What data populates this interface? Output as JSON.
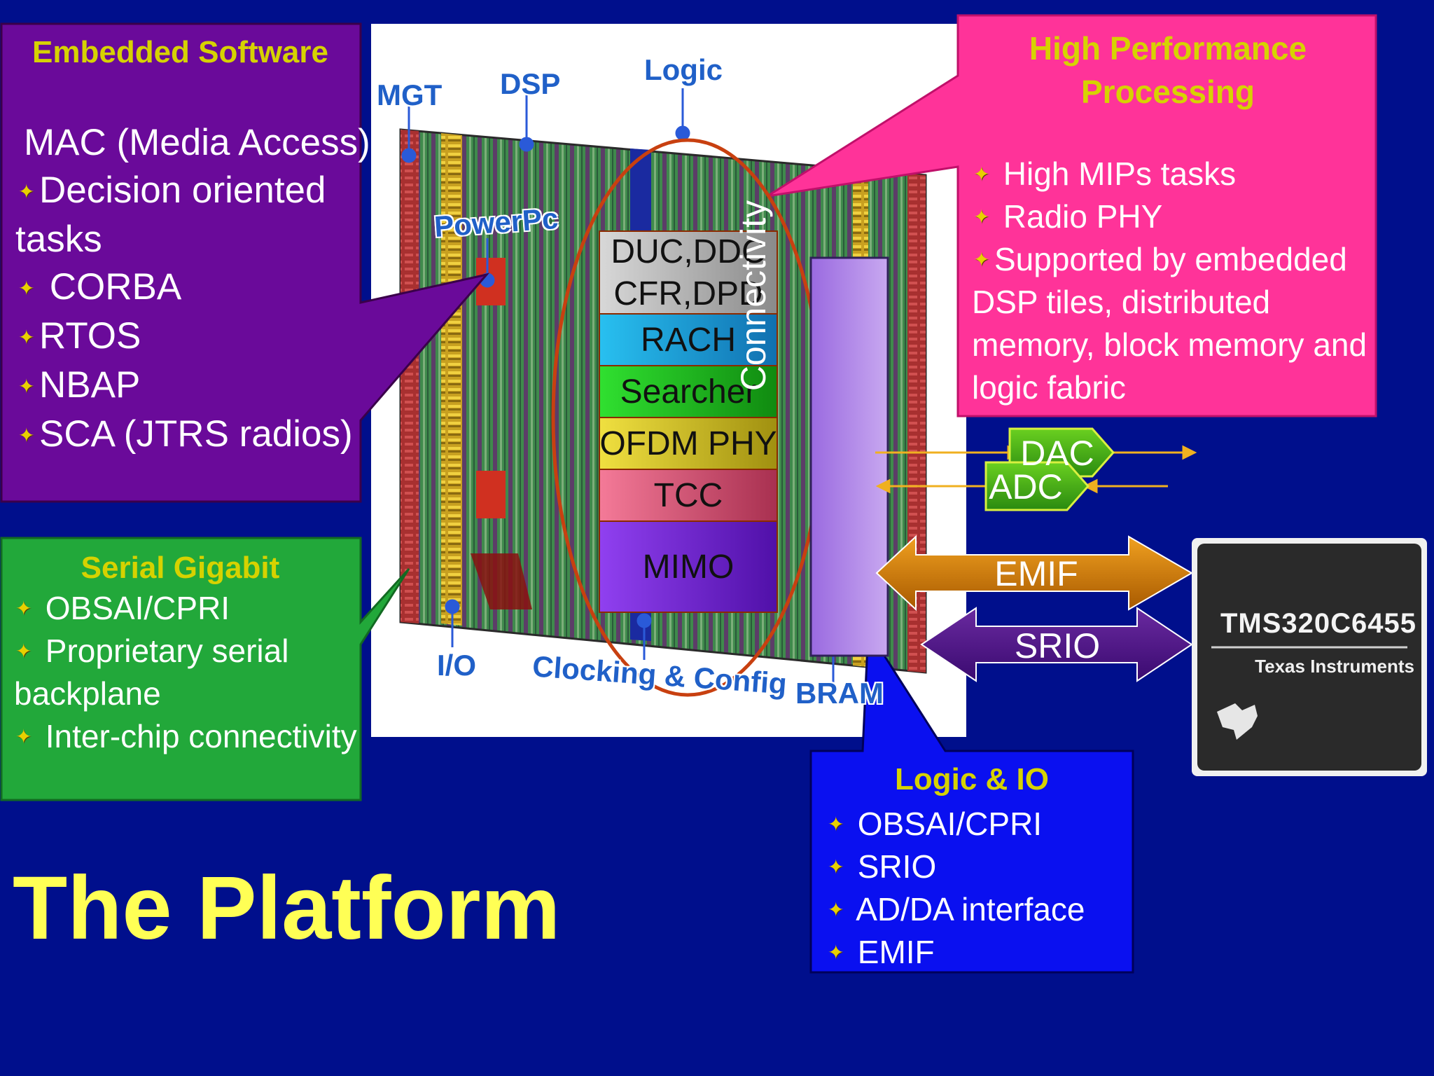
{
  "title": "The Platform",
  "embedded_software": {
    "title": "Embedded Software",
    "items": [
      {
        "text": "MAC (Media Access)",
        "bullet": false
      },
      {
        "text": "Decision oriented",
        "bullet": true
      },
      {
        "text": "tasks",
        "bullet": false
      },
      {
        "text": " CORBA",
        "bullet": true
      },
      {
        "text": "RTOS",
        "bullet": true
      },
      {
        "text": "NBAP",
        "bullet": true
      },
      {
        "text": "SCA (JTRS radios)",
        "bullet": true
      }
    ]
  },
  "high_performance": {
    "title_line1": "High Performance",
    "title_line2": "Processing",
    "items": [
      {
        "text": " High MIPs tasks",
        "bullet": true
      },
      {
        "text": " Radio PHY",
        "bullet": true
      },
      {
        "text": "Supported by embedded",
        "bullet": true
      },
      {
        "text": "DSP tiles, distributed",
        "bullet": false
      },
      {
        "text": "memory, block memory and",
        "bullet": false
      },
      {
        "text": "logic fabric",
        "bullet": false
      }
    ]
  },
  "serial_gigabit": {
    "title": "Serial Gigabit",
    "items": [
      {
        "text": " OBSAI/CPRI",
        "bullet": true
      },
      {
        "text": " Proprietary serial",
        "bullet": true
      },
      {
        "text": "backplane",
        "bullet": false
      },
      {
        "text": " Inter-chip connectivity",
        "bullet": true
      }
    ]
  },
  "logic_io": {
    "title": "Logic & IO",
    "items": [
      {
        "text": " OBSAI/CPRI",
        "bullet": true
      },
      {
        "text": " SRIO",
        "bullet": true
      },
      {
        "text": " AD/DA interface",
        "bullet": true
      },
      {
        "text": " EMIF",
        "bullet": true
      }
    ]
  },
  "chip_labels": {
    "mgt": "MGT",
    "dsp": "DSP",
    "logic": "Logic",
    "powerpc": "PowerPc",
    "io": "I/O",
    "clocking": "Clocking & Config",
    "bram": "BRAM"
  },
  "stack": [
    {
      "line1": "DUC,DDC",
      "line2": "CFR,DPD",
      "color": "#b8b8b8"
    },
    {
      "line1": "RACH",
      "color": "#1aa6e0"
    },
    {
      "line1": "Searcher",
      "color": "#1fc81f"
    },
    {
      "line1": "OFDM PHY",
      "color": "#d8c820"
    },
    {
      "line1": "TCC",
      "color": "#e4607a"
    },
    {
      "line1": "MIMO",
      "color": "#7a2ad8"
    }
  ],
  "connectivity": "Connectivity",
  "io": {
    "dac": "DAC",
    "adc": "ADC",
    "emif": "EMIF",
    "srio": "SRIO"
  },
  "ti_chip": {
    "part": "TMS320C6455",
    "maker": "Texas Instruments"
  },
  "colors": {
    "background": "#000f8c",
    "embedded_box": "#6a0a9a",
    "hpp_box": "#ff3399",
    "serial_box": "#22a83a",
    "logic_box": "#0a10f0",
    "title_yellow": "#ffff55",
    "box_title": "#d6d200"
  }
}
